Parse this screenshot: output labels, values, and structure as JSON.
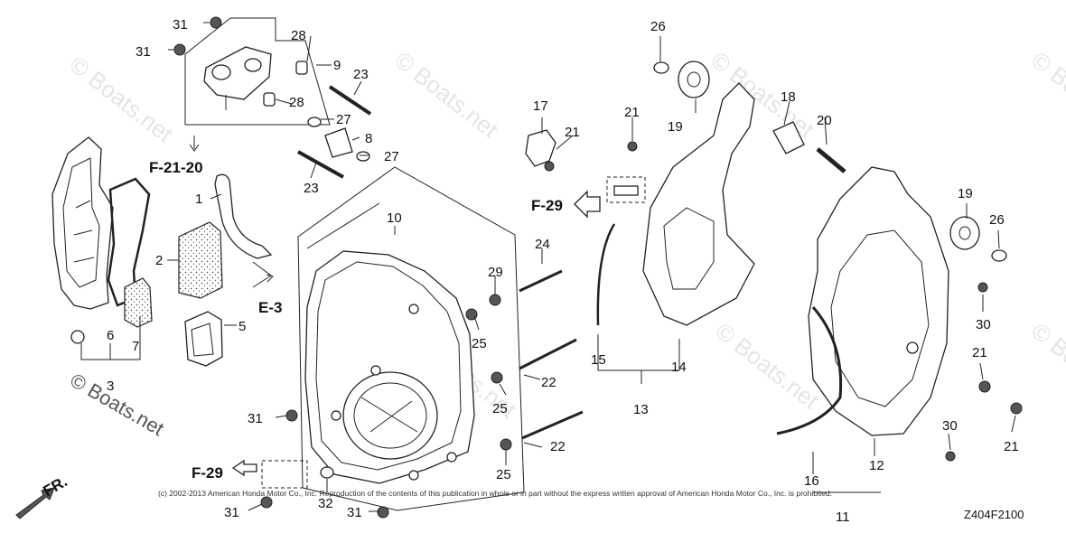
{
  "diagram": {
    "code": "Z404F2100",
    "copyright": "(c) 2002-2013 American Honda Motor Co., Inc. Reproduction of the contents of this publication in whole or in part without the express written approval of American Honda Motor Co., Inc. is prohibited.",
    "watermark": "© Boats.net",
    "front_indicator": "FR.",
    "refs": {
      "f2120": "F-21-20",
      "f29_upper": "F-29",
      "f29_lower": "F-29",
      "e3": "E-3"
    },
    "callouts": {
      "c31a": "31",
      "c31b": "31",
      "c28a": "28",
      "c9": "9",
      "c23a": "23",
      "c28b": "28",
      "c27a": "27",
      "c8": "8",
      "c27b": "27",
      "c23b": "23",
      "c1": "1",
      "c2": "2",
      "c5": "5",
      "c6": "6",
      "c7": "7",
      "c3": "3",
      "c10": "10",
      "c24": "24",
      "c29": "29",
      "c25a": "25",
      "c22a": "22",
      "c25b": "25",
      "c22b": "22",
      "c25c": "25",
      "c31c": "31",
      "c31d": "31",
      "c32": "32",
      "c31e": "31",
      "c17": "17",
      "c21a": "21",
      "c21b": "21",
      "c15": "15",
      "c13": "13",
      "c14": "14",
      "c26a": "26",
      "c19a": "19",
      "c18": "18",
      "c20": "20",
      "c19b": "19",
      "c26b": "26",
      "c30a": "30",
      "c21c": "21",
      "c21d": "21",
      "c30b": "30",
      "c16": "16",
      "c12": "12",
      "c11": "11"
    }
  }
}
